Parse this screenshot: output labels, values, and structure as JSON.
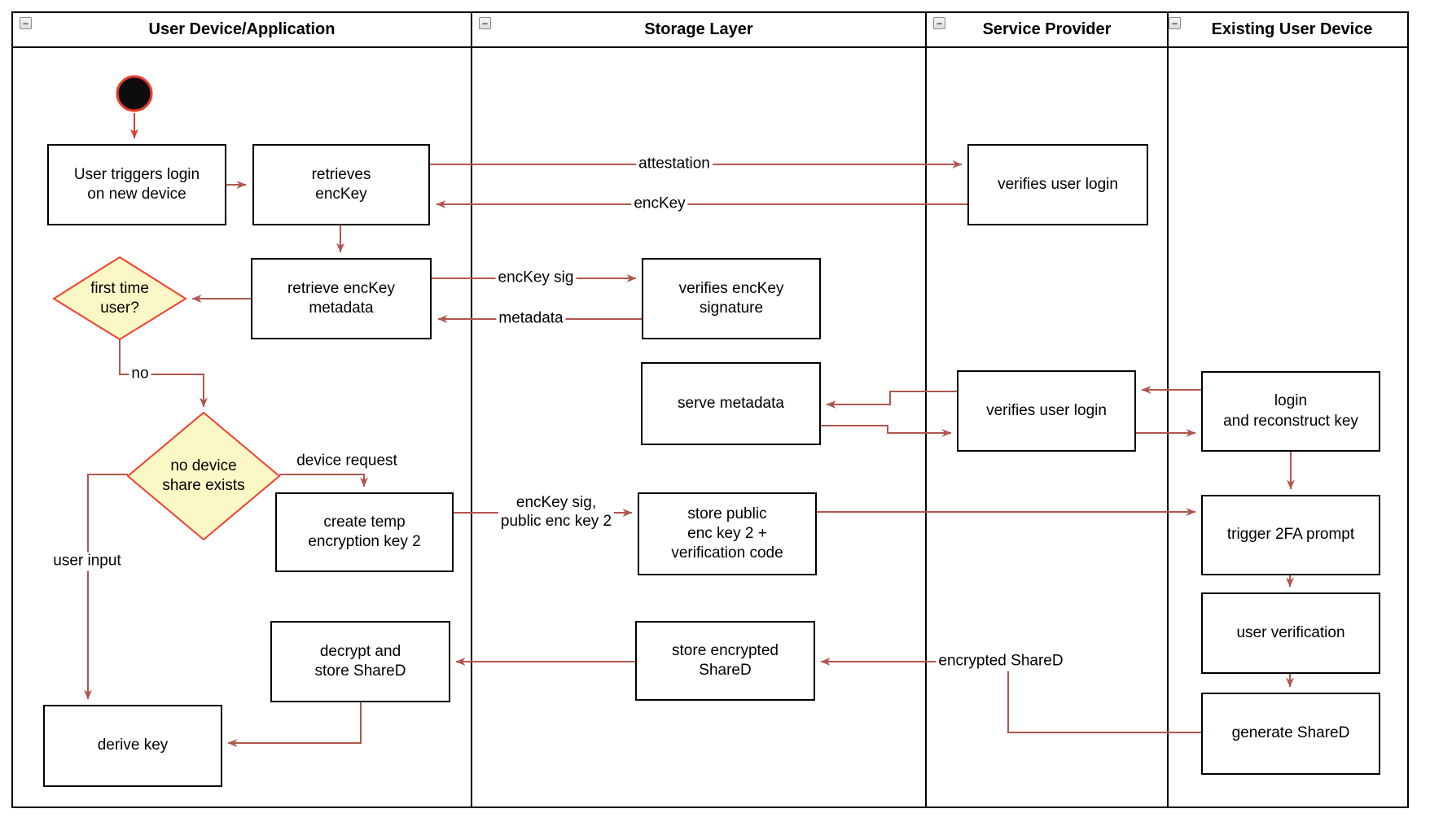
{
  "ui": {
    "collapse_glyph": "−"
  },
  "lanes": [
    {
      "label": "User Device/Application"
    },
    {
      "label": "Storage Layer"
    },
    {
      "label": "Service Provider"
    },
    {
      "label": "Existing User Device"
    }
  ],
  "nodes": {
    "user_triggers_login": {
      "label": "User triggers login\non new device"
    },
    "retrieves_enckey": {
      "label": "retrieves\nencKey"
    },
    "retrieve_enckey_metadata": {
      "label": "retrieve encKey\nmetadata"
    },
    "first_time_user": {
      "label": "first time\nuser?"
    },
    "no_device_share": {
      "label": "no device\nshare exists"
    },
    "create_temp_key": {
      "label": "create temp\nencryption key 2"
    },
    "decrypt_store_shared": {
      "label": "decrypt and\nstore ShareD"
    },
    "derive_key": {
      "label": "derive key"
    },
    "verifies_enckey_signature": {
      "label": "verifies encKey\nsignature"
    },
    "serve_metadata": {
      "label": "serve metadata"
    },
    "store_public_enc_key": {
      "label": "store public\nenc key 2 +\nverification code"
    },
    "store_encrypted_shared": {
      "label": "store encrypted\nShareD"
    },
    "verifies_user_login_1": {
      "label": "verifies user login"
    },
    "verifies_user_login_2": {
      "label": "verifies user login"
    },
    "login_reconstruct": {
      "label": "login\nand reconstruct key"
    },
    "trigger_2fa": {
      "label": "trigger 2FA prompt"
    },
    "user_verification": {
      "label": "user verification"
    },
    "generate_shared": {
      "label": "generate ShareD"
    }
  },
  "edge_labels": {
    "attestation": "attestation",
    "enckey": "encKey",
    "enckey_sig": "encKey sig",
    "metadata": "metadata",
    "no": "no",
    "device_request": "device request",
    "enckey_sig_public": "encKey sig,\npublic enc key 2",
    "user_input": "user input",
    "encrypted_shared": "encrypted ShareD"
  },
  "colors": {
    "edge": "#B05750",
    "start_red": "#E63B2E",
    "diamond_border": "#F23F2F",
    "diamond_fill": "#FCF8C6",
    "node_border": "#000000",
    "lane_border": "#000000"
  }
}
